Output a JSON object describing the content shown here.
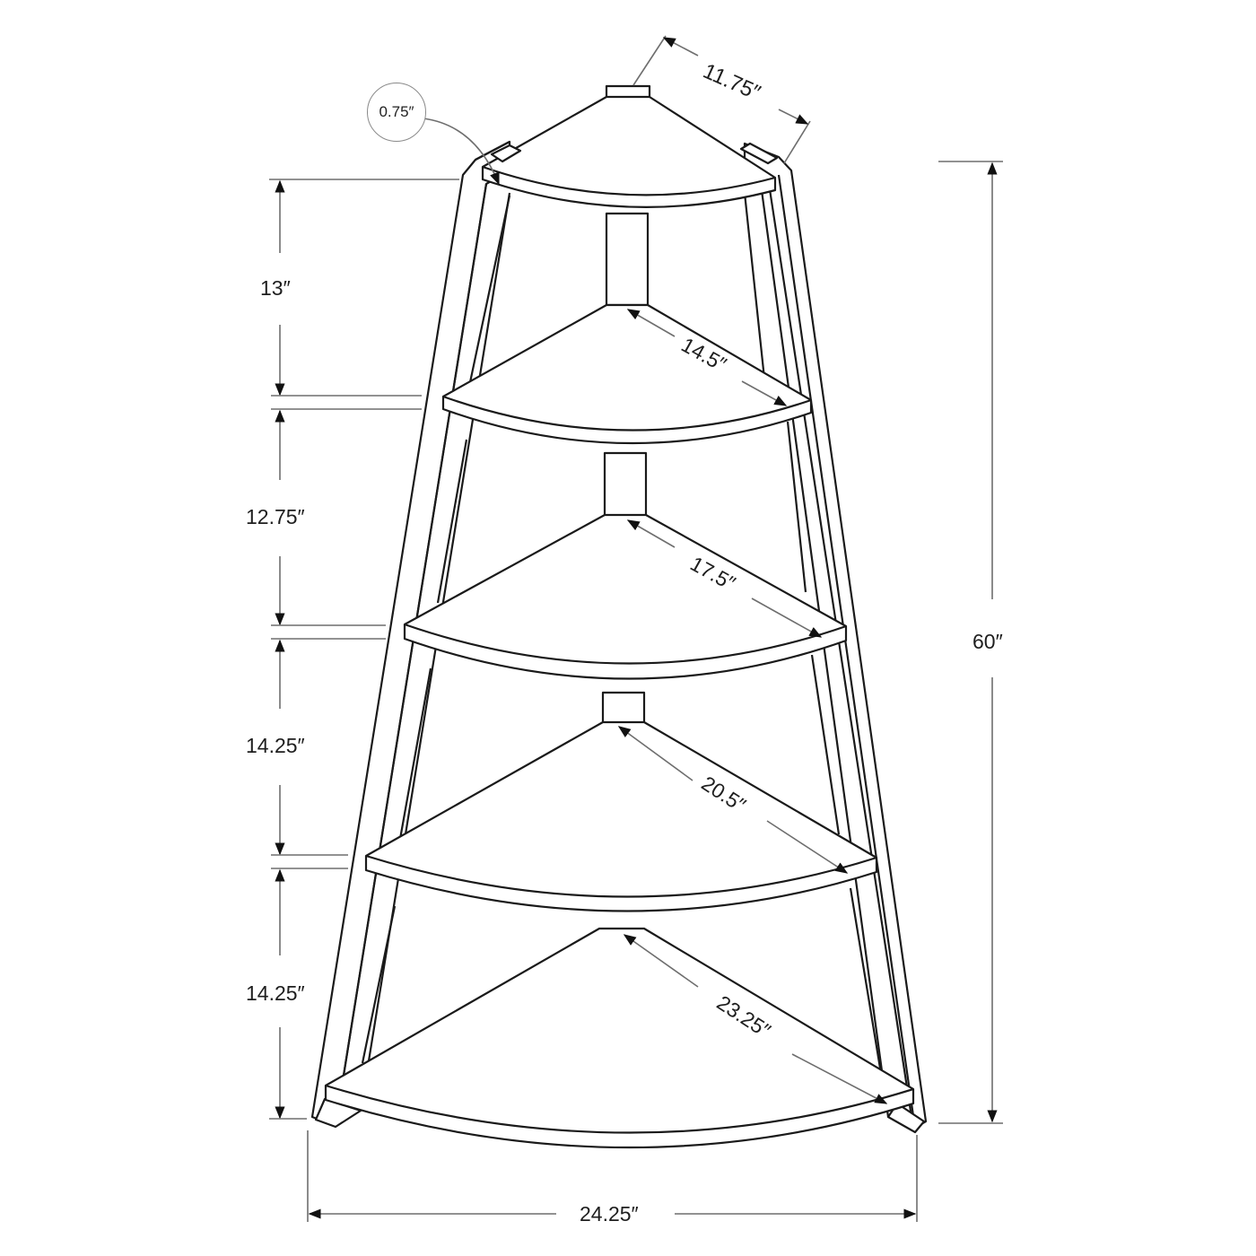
{
  "diagram": {
    "subject": "5-tier corner ladder bookshelf",
    "overall": {
      "height_label": "60″",
      "width_label": "24.25″"
    },
    "callouts": {
      "panel_thickness_label": "0.75″"
    },
    "top_depth_label": "11.75″",
    "shelf_depth_labels": [
      "14.5″",
      "17.5″",
      "20.5″",
      "23.25″"
    ],
    "shelf_spacing_labels": [
      "13″",
      "12.75″",
      "14.25″",
      "14.25″"
    ],
    "colors": {
      "line": "#1a1a1a",
      "dimension_line": "#6e6e6e",
      "background": "#ffffff"
    }
  }
}
